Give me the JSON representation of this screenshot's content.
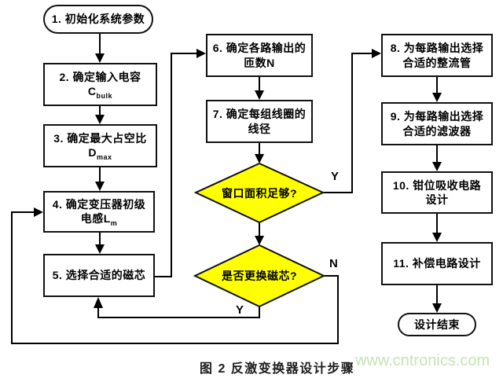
{
  "flowchart": {
    "nodes": {
      "start": {
        "label": "1. 初始化系统参数"
      },
      "step2": {
        "line1": "2. 确定输入电容",
        "symbol": "C",
        "subscript": "bulk"
      },
      "step3": {
        "line1": "3. 确定最大占空比",
        "symbol": "D",
        "subscript": "max"
      },
      "step4": {
        "line1": "4. 确定变压器初级",
        "line2_prefix": "电感",
        "symbol": "L",
        "subscript": "m"
      },
      "step5": {
        "label": "5. 选择合适的磁芯"
      },
      "step6": {
        "line1": "6. 确定各路输出的",
        "line2": "匝数N"
      },
      "step7": {
        "line1": "7. 确定每组线圈的",
        "line2": "线径"
      },
      "decision1": {
        "label": "窗口面积足够?"
      },
      "decision2": {
        "label": "是否更换磁芯?"
      },
      "step8": {
        "line1": "8. 为每路输出选择",
        "line2": "合适的整流管"
      },
      "step9": {
        "line1": "9. 为每路输出选择",
        "line2": "合适的滤波器"
      },
      "step10": {
        "line1": "10. 钳位吸收电路",
        "line2": "设计"
      },
      "step11": {
        "label": "11. 补偿电路设计"
      },
      "end": {
        "label": "设计结束"
      }
    },
    "edge_labels": {
      "decision1_yes": "Y",
      "decision2_no": "N",
      "decision2_yes": "Y"
    },
    "colors": {
      "decision_fill": "#ffff00",
      "line": "#000000",
      "box_fill": "#ffffff"
    }
  },
  "caption": "图 2 反激变换器设计步骤",
  "watermark": {
    "text": "www.cntronics.com",
    "color": "#c8e2b4"
  }
}
